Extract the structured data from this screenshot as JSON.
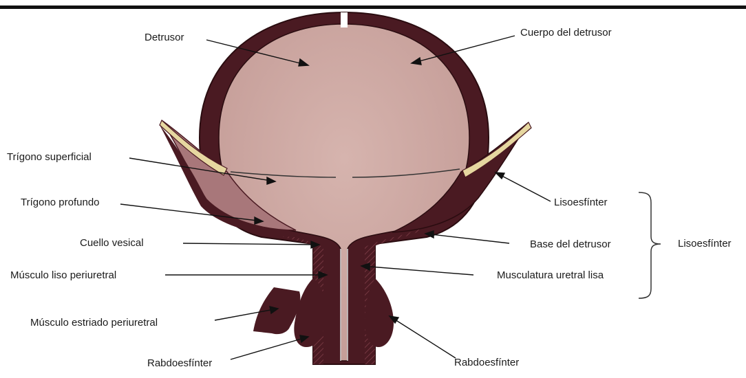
{
  "labels": {
    "detrusor": "Detrusor",
    "cuerpo_detrusor": "Cuerpo del detrusor",
    "trigono_superficial": "Trígono superficial",
    "trigono_profundo": "Trígono profundo",
    "cuello_vesical": "Cuello vesical",
    "musculo_liso_periuretral": "Músculo liso periuretral",
    "musculo_estriado_periuretral": "Músculo estriado periuretral",
    "rabdoesfinter_left": "Rabdoesfínter",
    "rabdoesfinter_right": "Rabdoesfínter",
    "lisoesfinter_top": "Lisoesfínter",
    "base_detrusor": "Base del detrusor",
    "musculatura_uretral_lisa": "Musculatura uretral lisa",
    "lisoesfinter_group": "Lisoesfínter"
  },
  "colors": {
    "wall": "#4a1a22",
    "lumen": "#cfaba6",
    "fat": "#e6d7a0",
    "trigone": "#a8777a"
  }
}
